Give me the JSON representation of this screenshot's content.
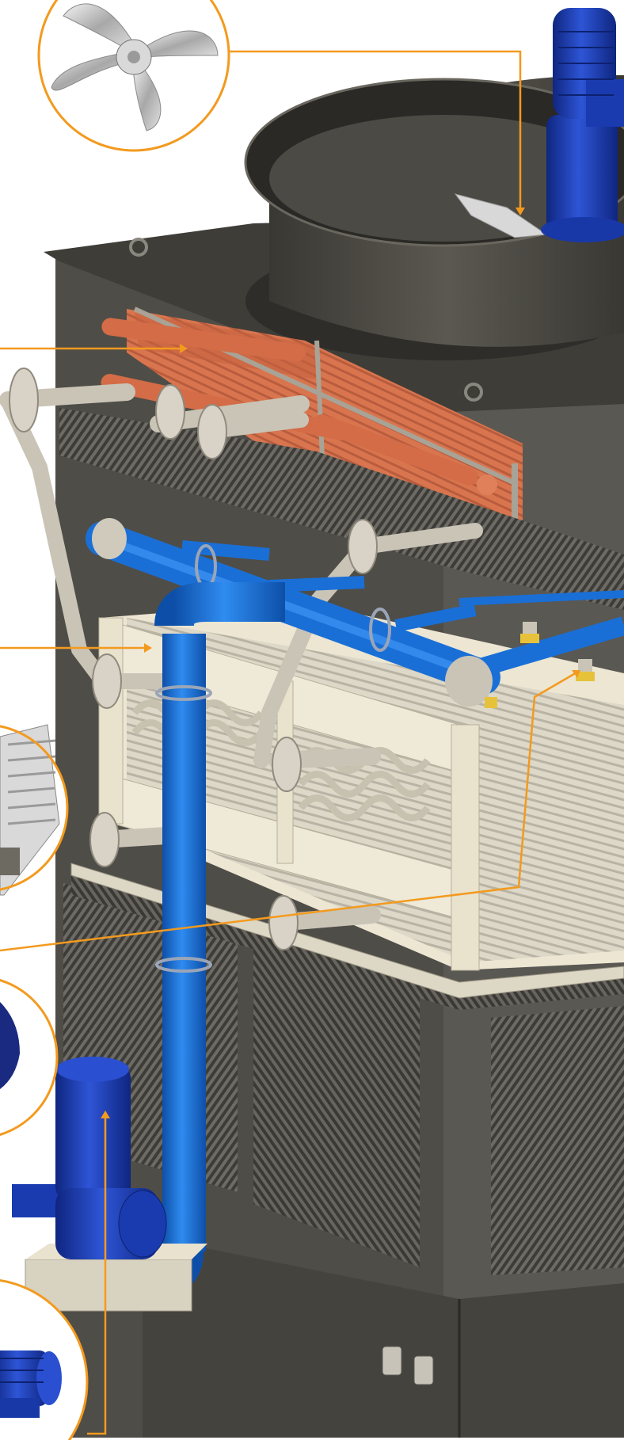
{
  "colors": {
    "callout_line": "#f39a1e",
    "casing_dark": "#4a4842",
    "casing_mid": "#5e5c55",
    "casing_light": "#77746c",
    "copper": "#d9754e",
    "copper_dark": "#a9533a",
    "steel_pipe": "#c9c4b6",
    "cream_frame": "#e8e2cf",
    "blue_pipe": "#1a6fd6",
    "blue_motor": "#1838a8",
    "mesh": "#3a3935",
    "nozzle": "#e6c23a"
  },
  "components": [
    {
      "name": "axial-fan",
      "icon": "fan-blade-icon"
    },
    {
      "name": "fan-motor",
      "icon": "motor-icon"
    },
    {
      "name": "copper-coil-bank",
      "icon": "coil-icon"
    },
    {
      "name": "steel-coil-bank",
      "icon": "coil-icon"
    },
    {
      "name": "spray-nozzle",
      "icon": "nozzle-icon"
    },
    {
      "name": "circulation-pump",
      "icon": "pump-icon"
    },
    {
      "name": "pump-motor",
      "icon": "motor-icon"
    }
  ]
}
